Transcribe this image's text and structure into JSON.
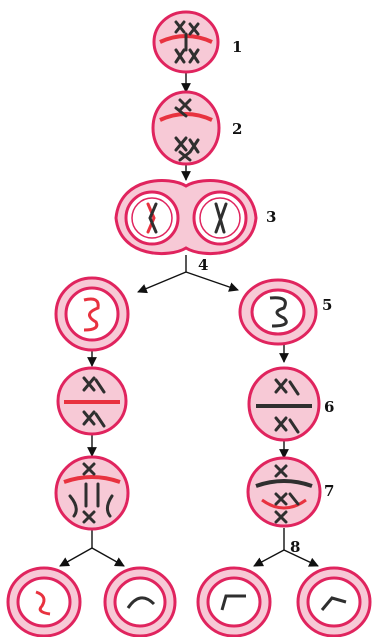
{
  "stages": [
    {
      "number": "1"
    },
    {
      "number": "2"
    },
    {
      "number": "3"
    },
    {
      "number": "4"
    },
    {
      "number": "5"
    },
    {
      "number": "6"
    },
    {
      "number": "7"
    },
    {
      "number": "8"
    }
  ],
  "colors": {
    "membrane": "#e0245e",
    "cytoplasm": "#f7c9d6",
    "chromosome": "#2f2f2f",
    "spindle": "#e8323f",
    "arrow": "#111111"
  }
}
